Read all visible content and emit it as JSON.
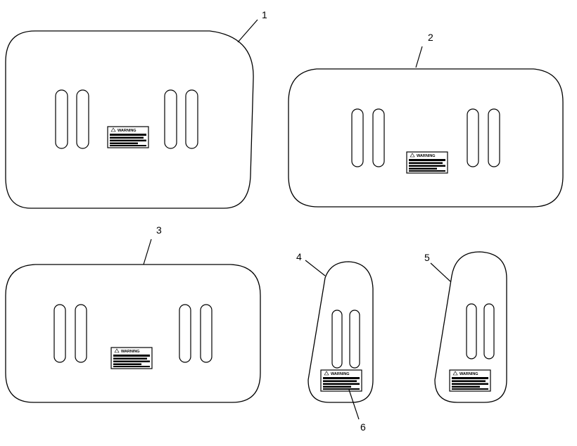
{
  "callouts": {
    "c1": "1",
    "c2": "2",
    "c3": "3",
    "c4": "4",
    "c5": "5",
    "c6": "6"
  },
  "decal": {
    "title": "WARNING"
  }
}
